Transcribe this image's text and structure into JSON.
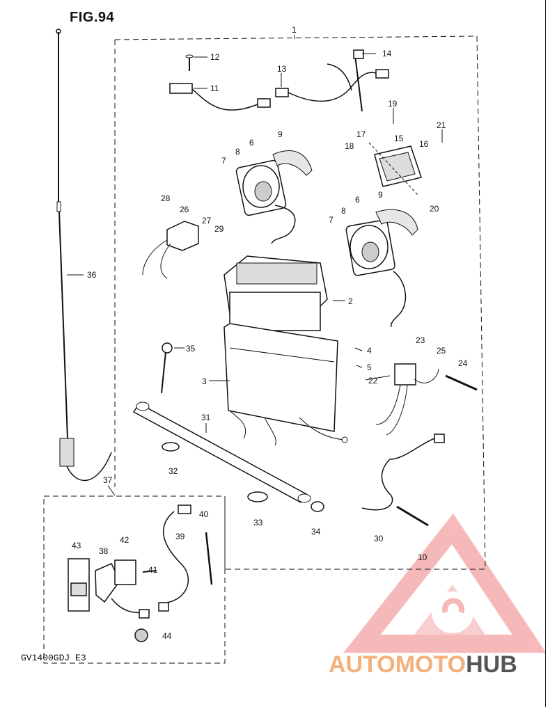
{
  "figure": {
    "title": "FIG.94",
    "model_code": "GV1400GDJ E3"
  },
  "callouts": [
    "1",
    "2",
    "3",
    "4",
    "5",
    "6",
    "6",
    "7",
    "7",
    "8",
    "8",
    "9",
    "9",
    "10",
    "11",
    "12",
    "13",
    "14",
    "15",
    "16",
    "17",
    "18",
    "19",
    "20",
    "21",
    "22",
    "23",
    "24",
    "25",
    "26",
    "27",
    "28",
    "29",
    "30",
    "31",
    "32",
    "33",
    "34",
    "35",
    "36",
    "37",
    "38",
    "39",
    "40",
    "41",
    "42",
    "43",
    "44"
  ],
  "watermark": {
    "part1": "AUTO",
    "part2": "MOTO",
    "part3": "HUB",
    "colors": {
      "logo": "#f08080",
      "text_light": "#f4b07a",
      "text_dark": "#555555"
    }
  }
}
